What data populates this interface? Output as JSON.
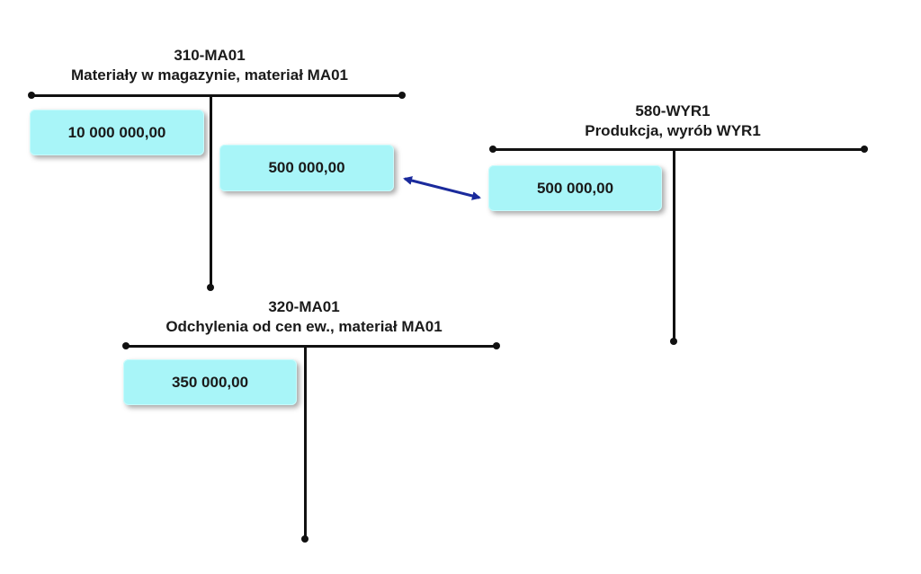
{
  "accounts": {
    "ma310": {
      "code": "310-MA01",
      "name": "Materiały w magazynie, materiał MA01",
      "debit": "10 000 000,00",
      "credit": "500 000,00"
    },
    "wyr580": {
      "code": "580-WYR1",
      "name": "Produkcja, wyrób WYR1",
      "debit": "500 000,00"
    },
    "ma320": {
      "code": "320-MA01",
      "name": "Odchylenia od cen ew., materiał MA01",
      "debit": "350 000,00"
    }
  },
  "colors": {
    "amount_fill": "#a8f5f8",
    "arrow": "#1a2a9c",
    "line": "#111111"
  }
}
